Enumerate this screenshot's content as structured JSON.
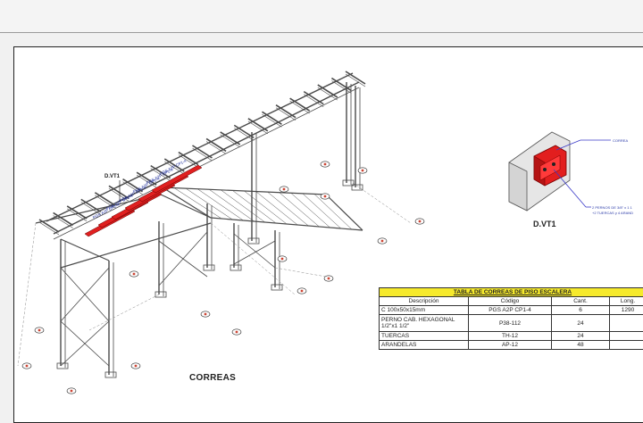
{
  "drawing": {
    "main_label": "CORREAS",
    "detail_ref": "D.VT1",
    "detail_label": "D.VT1",
    "beam_tags": [
      "PGS A2P CP1-4",
      "PGS A2P CP1-4",
      "PGS A2P CP1-4",
      "PGS A2P CP1-4",
      "PGS A2P CP1-4",
      "PGS A2P CP1-4"
    ],
    "callouts": {
      "correa": "CORREA",
      "pernos_line1": "2 PERNOS DE 3/8\" x 1 1",
      "pernos_line2": "+2 TUERCAS y 4 ARAND"
    }
  },
  "table": {
    "title": "TABLA DE CORREAS DE PISO ESCALERA",
    "headers": [
      "Descripción",
      "Código",
      "Cant.",
      "Long."
    ],
    "rows": [
      [
        "C 100x50x15mm",
        "PGS A2P CP1-4",
        "6",
        "1290"
      ],
      [
        "PERNO CAB. HEXAGONAL 1/2\"x1 1/2\"",
        "P38-112",
        "24",
        ""
      ],
      [
        "TUERCAS",
        "TH-12",
        "24",
        ""
      ],
      [
        "ARANDELAS",
        "AP-12",
        "48",
        ""
      ]
    ]
  },
  "colors": {
    "steel": "#4a4a4a",
    "highlight": "#e02020",
    "table_title": "#f6ea2c",
    "callout_line": "#3a3ac8"
  }
}
